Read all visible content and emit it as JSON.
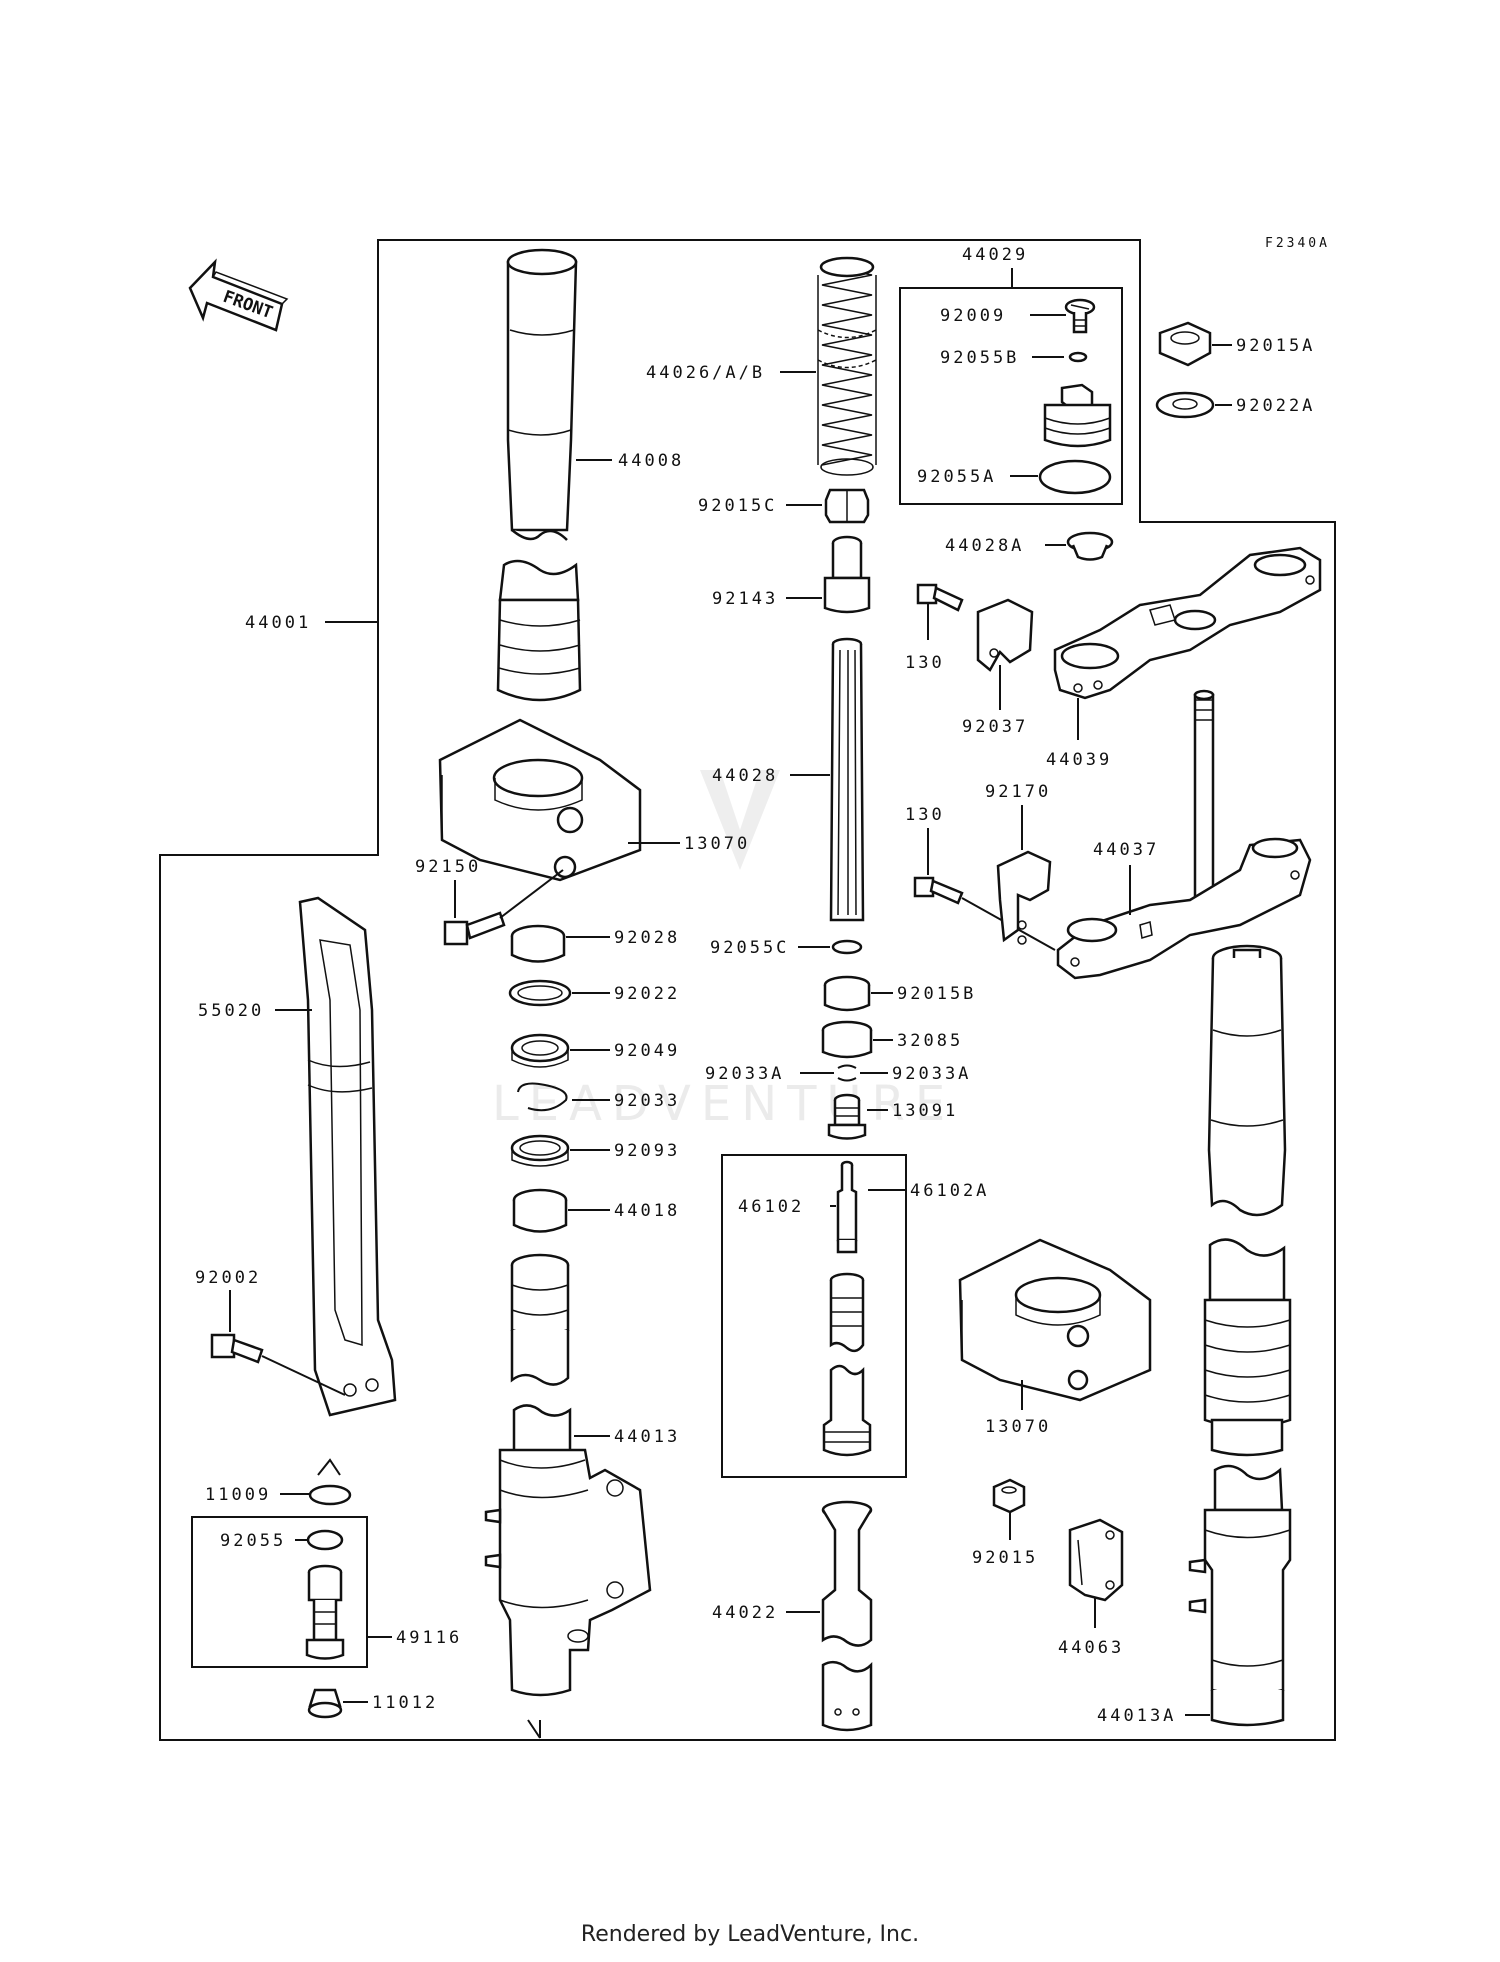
{
  "figure_id": "F2340A",
  "front_label": "FRONT",
  "watermark": "LEADVENTURE",
  "footer": "Rendered by LeadVenture, Inc.",
  "labels": {
    "p44029": "44029",
    "p92009": "92009",
    "p92055B": "92055B",
    "p92055A": "92055A",
    "p92015A": "92015A",
    "p92022A": "92022A",
    "p44026": "44026/A/B",
    "p44008": "44008",
    "p92015C": "92015C",
    "p44028A": "44028A",
    "p92143": "92143",
    "p130a": "130",
    "p92037": "92037",
    "p44039": "44039",
    "p44001": "44001",
    "p44028": "44028",
    "p92170": "92170",
    "p130b": "130",
    "p44037": "44037",
    "p13070a": "13070",
    "p92150": "92150",
    "p92028": "92028",
    "p92055C": "92055C",
    "p92015B": "92015B",
    "p55020": "55020",
    "p92022": "92022",
    "p32085": "32085",
    "p92049": "92049",
    "p92033Aa": "92033A",
    "p92033Ab": "92033A",
    "p92033": "92033",
    "p13091": "13091",
    "p92093": "92093",
    "p46102A": "46102A",
    "p46102": "46102",
    "p44018": "44018",
    "p92002": "92002",
    "p13070b": "13070",
    "p44013": "44013",
    "p11009": "11009",
    "p92055": "92055",
    "p92015": "92015",
    "p44022": "44022",
    "p49116": "49116",
    "p44063": "44063",
    "p11012": "11012",
    "p44013A": "44013A"
  }
}
